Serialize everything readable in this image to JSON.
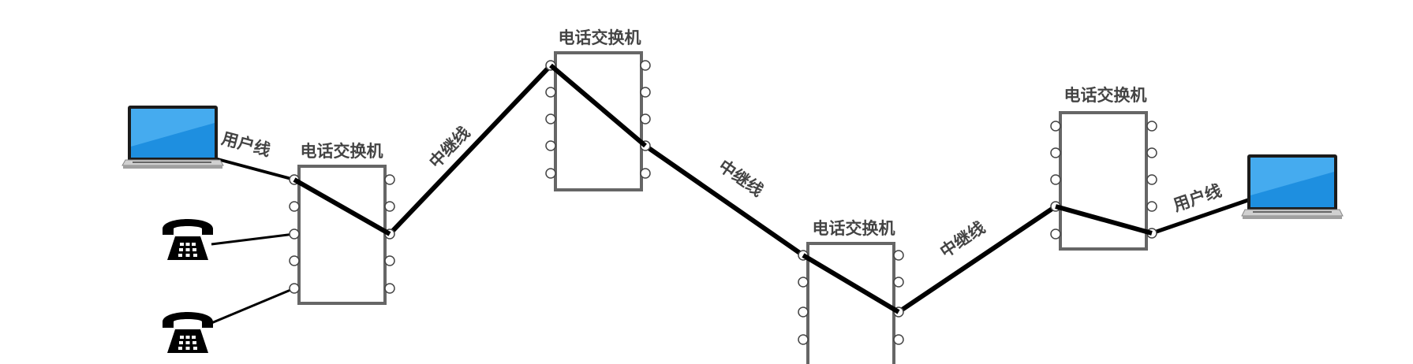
{
  "switches": [
    {
      "id": "sw1",
      "title": "电话交换机"
    },
    {
      "id": "sw2",
      "title": "电话交换机"
    },
    {
      "id": "sw3",
      "title": "电话交换机"
    },
    {
      "id": "sw4",
      "title": "电话交换机"
    }
  ],
  "line_labels": {
    "user_line_left": "用户线",
    "trunk_1": "中继线",
    "trunk_2": "中继线",
    "trunk_3": "中继线",
    "user_line_right": "用户线"
  },
  "devices": {
    "laptop_left": "laptop-icon",
    "phone_1": "telephone-icon",
    "phone_2": "telephone-icon",
    "laptop_right": "laptop-icon"
  },
  "colors": {
    "line": "#000000",
    "switch_border": "#666666",
    "text": "#444444",
    "screen": "#1e8fe0"
  }
}
